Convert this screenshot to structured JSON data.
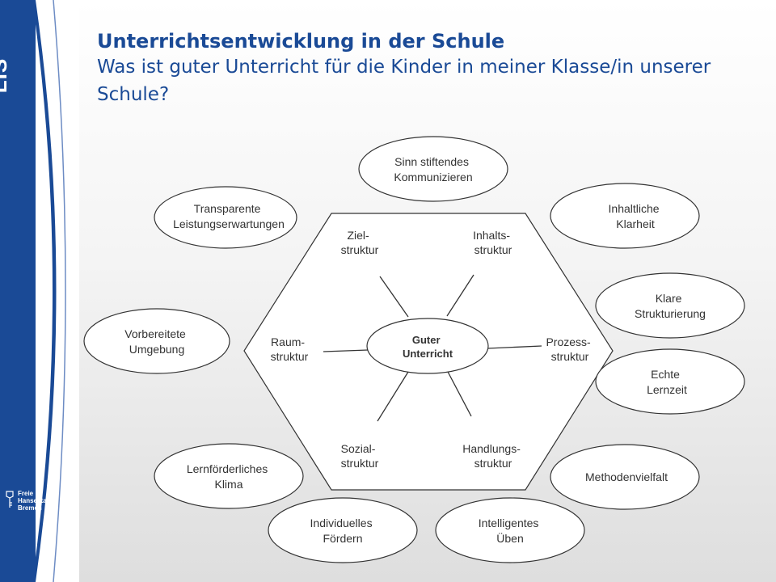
{
  "logo": {
    "top_text": "LIS",
    "bottom_lines": [
      "Freie",
      "Hansestadt",
      "Bremen"
    ]
  },
  "header": {
    "title": "Unterrichtsentwicklung in der Schule",
    "subtitle": "Was ist guter Unterricht für die Kinder in meiner Klasse/in unserer Schule?"
  },
  "colors": {
    "brand_blue": "#1a4a96",
    "text": "#333333"
  },
  "center": {
    "lines": [
      "Guter",
      "Unterricht"
    ]
  },
  "structures": [
    {
      "id": "ziel",
      "lines": [
        "Ziel-",
        "struktur"
      ]
    },
    {
      "id": "inhalts",
      "lines": [
        "Inhalts-",
        "struktur"
      ]
    },
    {
      "id": "prozess",
      "lines": [
        "Prozess-",
        "struktur"
      ]
    },
    {
      "id": "handlungs",
      "lines": [
        "Handlungs-",
        "struktur"
      ]
    },
    {
      "id": "sozial",
      "lines": [
        "Sozial-",
        "struktur"
      ]
    },
    {
      "id": "raum",
      "lines": [
        "Raum-",
        "struktur"
      ]
    }
  ],
  "criteria": [
    {
      "id": "sinn",
      "lines": [
        "Sinn stiftendes",
        "Kommunizieren"
      ]
    },
    {
      "id": "inhaltliche",
      "lines": [
        "Inhaltliche",
        "Klarheit"
      ]
    },
    {
      "id": "klare",
      "lines": [
        "Klare",
        "Strukturierung"
      ]
    },
    {
      "id": "echte",
      "lines": [
        "Echte",
        "Lernzeit"
      ]
    },
    {
      "id": "methoden",
      "lines": [
        "Methodenvielfalt"
      ]
    },
    {
      "id": "intelligentes",
      "lines": [
        "Intelligentes",
        "Üben"
      ]
    },
    {
      "id": "individuelles",
      "lines": [
        "Individuelles",
        "Fördern"
      ]
    },
    {
      "id": "lernfoerderlich",
      "lines": [
        "Lernförderliches",
        "Klima"
      ]
    },
    {
      "id": "vorbereitete",
      "lines": [
        "Vorbereitete",
        "Umgebung"
      ]
    },
    {
      "id": "transparente",
      "lines": [
        "Transparente",
        "Leistungserwartungen"
      ]
    }
  ]
}
